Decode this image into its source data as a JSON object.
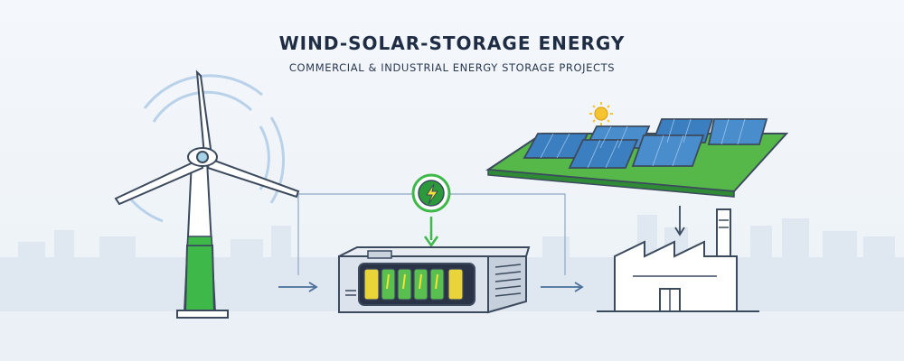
{
  "header": {
    "title": "WIND-SOLAR-STORAGE ENERGY",
    "subtitle": "COMMERCIAL & INDUSTRIAL ENERGY STORAGE PROJECTS"
  },
  "colors": {
    "outline": "#3c4a5e",
    "accent_green": "#3fb84a",
    "panel_blue": "#3c7fc0",
    "battery_yellow": "#e9d53a",
    "arrow_blue": "#4a6f9a",
    "sun": "#f6c431",
    "skyline": "#dfe7f0"
  },
  "diagram": {
    "nodes": [
      "wind-turbine",
      "battery-storage",
      "solar-array",
      "factory"
    ],
    "flows": [
      {
        "from": "wind-turbine",
        "to": "battery-storage"
      },
      {
        "from": "battery-storage",
        "to": "factory"
      },
      {
        "from": "solar-array",
        "to": "factory"
      },
      {
        "from": "charge-badge",
        "to": "battery-storage"
      }
    ],
    "icons": [
      "sun-icon",
      "lightning-bolt-icon"
    ]
  }
}
